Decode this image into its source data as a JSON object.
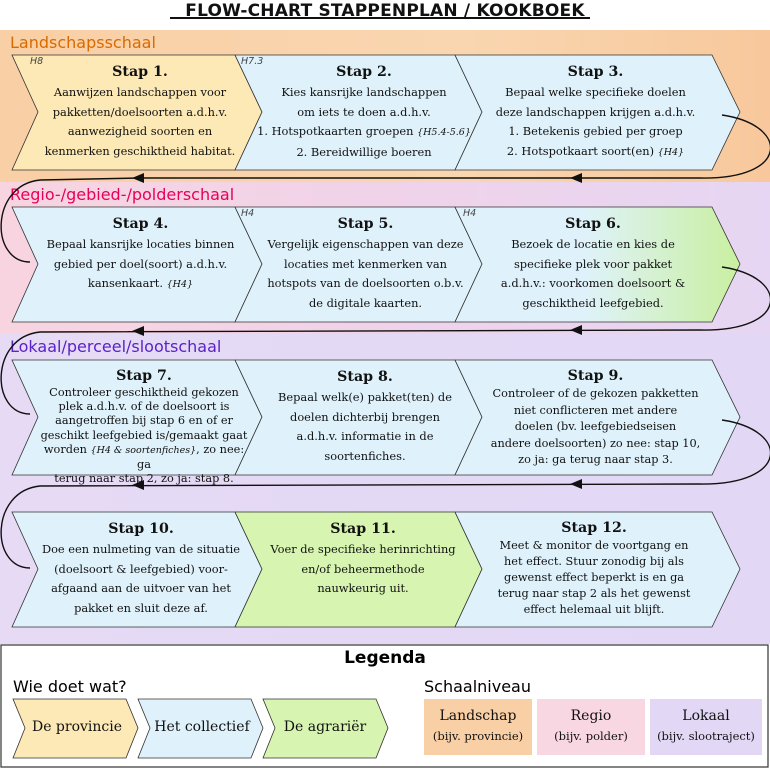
{
  "title": "FLOW-CHART STAPPENPLAN / KOOKBOEK",
  "colors": {
    "provincie": "#fde9b5",
    "collectief": "#dff2fb",
    "agrarier": "#d7f5b0",
    "landschap": "#f9cfa5",
    "regio": "#f8d6e2",
    "lokaal": "#e2d8f5",
    "label_landschap": "#d86a00",
    "label_regio": "#e8005a",
    "label_lokaal": "#5b22c8"
  },
  "scales": {
    "landschap": "Landschapsschaal",
    "regio": "Regio-/gebied-/polderschaal",
    "lokaal": "Lokaal/perceel/slootschaal"
  },
  "steps": [
    {
      "tag": "H8",
      "title": "Stap 1.",
      "lines": [
        "Aanwijzen landschappen voor",
        "pakketten/doelsoorten a.d.h.v.",
        "aanwezigheid soorten en",
        "kenmerken geschiktheid habitat."
      ],
      "actor": "provincie"
    },
    {
      "tag": "H7.3",
      "title": "Stap 2.",
      "lines": [
        "Kies kansrijke landschappen",
        "om iets te doen a.d.h.v.",
        "1. Hotspotkaarten groepen",
        "2. Bereidwillige boeren"
      ],
      "refs": {
        "line3": "{H5.4-5.6}"
      },
      "actor": "collectief"
    },
    {
      "tag": "",
      "title": "Stap 3.",
      "lines": [
        "Bepaal welke specifieke doelen",
        "deze landschappen krijgen a.d.h.v.",
        "1. Betekenis gebied per groep",
        "2. Hotspotkaart soort(en)"
      ],
      "refs": {
        "line4": "{H4}"
      },
      "actor": "collectief"
    },
    {
      "tag": "",
      "title": "Stap 4.",
      "lines": [
        "Bepaal kansrijke locaties binnen",
        "gebied per doel(soort) a.d.h.v.",
        "kansenkaart."
      ],
      "refs": {
        "line3": "{H4}"
      },
      "actor": "collectief"
    },
    {
      "tag": "H4",
      "title": "Stap 5.",
      "lines": [
        "Vergelijk eigenschappen van deze",
        "locaties met kenmerken van",
        "hotspots van de doelsoorten o.b.v.",
        "de digitale kaarten."
      ],
      "actor": "collectief"
    },
    {
      "tag": "H4",
      "title": "Stap 6.",
      "lines": [
        "Bezoek de locatie en kies de",
        "specifieke plek voor pakket",
        "a.d.h.v.: voorkomen doelsoort &",
        "geschiktheid leefgebied."
      ],
      "actor": "collectief-agrarier"
    },
    {
      "tag": "",
      "title": "Stap 7.",
      "lines": [
        "Controleer geschiktheid gekozen",
        "plek a.d.h.v. of de doelsoort is",
        "aangetroffen bij stap 6 en of er",
        "geschikt leefgebied is/gemaakt gaat",
        "worden",
        ", zo nee: ga",
        "terug naar stap 2, zo ja: stap 8."
      ],
      "refs": {
        "line5": "{H4 & soortenfiches}"
      },
      "actor": "collectief"
    },
    {
      "tag": "",
      "title": "Stap 8.",
      "lines": [
        "Bepaal welk(e) pakket(ten) de",
        "doelen dichterbij brengen",
        "a.d.h.v. informatie in de",
        "soortenfiches."
      ],
      "actor": "collectief"
    },
    {
      "tag": "",
      "title": "Stap 9.",
      "lines": [
        "Controleer of de gekozen pakketten",
        "niet conflicteren met andere",
        "doelen (bv. leefgebiedseisen",
        "andere doelsoorten) zo nee: stap 10,",
        "zo ja: ga terug naar stap 3."
      ],
      "actor": "collectief"
    },
    {
      "tag": "",
      "title": "Stap 10.",
      "lines": [
        "Doe een nulmeting van de situatie",
        "(doelsoort & leefgebied) voor-",
        "afgaand aan de uitvoer van het",
        "pakket en sluit deze af."
      ],
      "actor": "collectief"
    },
    {
      "tag": "",
      "title": "Stap 11.",
      "lines": [
        "Voer de specifieke herinrichting",
        "en/of beheermethode",
        "nauwkeurig uit."
      ],
      "actor": "agrarier"
    },
    {
      "tag": "",
      "title": "Stap 12.",
      "lines": [
        "Meet & monitor de voortgang en",
        "het effect. Stuur zonodig bij als",
        "gewenst effect beperkt is en ga",
        "terug naar stap 2 als het gewenst",
        "effect helemaal uit blijft."
      ],
      "actor": "collectief"
    }
  ],
  "legend": {
    "title": "Legenda",
    "who_title": "Wie doet wat?",
    "scale_title": "Schaalniveau",
    "who": [
      {
        "label": "De provincie",
        "color": "#fde9b5"
      },
      {
        "label": "Het collectief",
        "color": "#dff2fb"
      },
      {
        "label": "De agrariër",
        "color": "#d7f5b0"
      }
    ],
    "scale": [
      {
        "label": "Landschap",
        "sub": "(bijv. provincie)",
        "color": "#f9cfa5"
      },
      {
        "label": "Regio",
        "sub": "(bijv. polder)",
        "color": "#f8d6e2"
      },
      {
        "label": "Lokaal",
        "sub": "(bijv. slootraject)",
        "color": "#e2d8f5"
      }
    ]
  }
}
